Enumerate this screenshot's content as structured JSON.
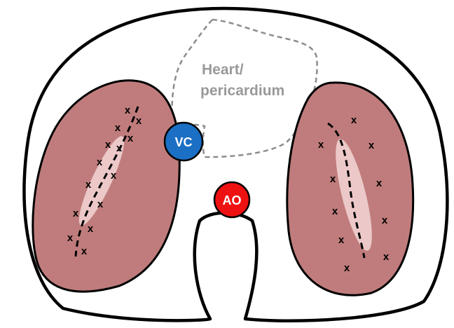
{
  "labels": {
    "heart_line1": "Heart/",
    "heart_line2": "pericardium",
    "vc": "VC",
    "ao": "AO"
  },
  "markers": {
    "symbol": "x"
  },
  "colors": {
    "lung_fill": "#c07c7c",
    "lung_highlight": "#ecc8c8",
    "vc_fill": "#1b6fc4",
    "ao_fill": "#ee1111",
    "outline": "#000000",
    "pericardium_outline": "#888888",
    "heart_text": "#999999",
    "vessel_text": "#ffffff"
  }
}
